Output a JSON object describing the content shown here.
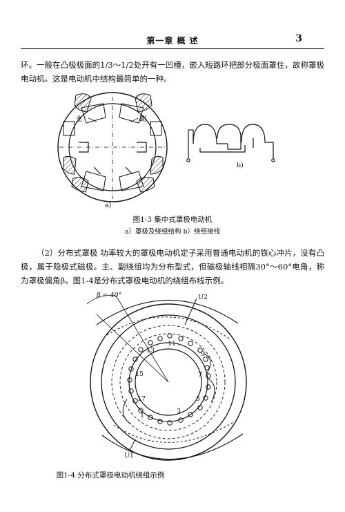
{
  "header": {
    "chapter_title": "第一章  概  述",
    "page_number": "3"
  },
  "paragraph_1": "环。一般在凸极极面的1/3～1/2处开有一凹槽，嵌入短路环把部分极面罩住，故称罩极电动机。这是电动机中结构最简单的一种。",
  "figure_1_3": {
    "label_main": "主",
    "label_aux": "副",
    "sub_a": "a)",
    "sub_b": "b)",
    "caption": "图1-3   集中式罩极电动机",
    "subcaption": "a）罩极及绕组结构   b）绕组接线"
  },
  "paragraph_2": "（2）分布式罩极   功率较大的罩极电动机定子采用普通电动机的铁心冲片，没有凸极，属于隐极式磁极。主、副绕组均为分布型式，但磁极轴线相隔30°～60°电角，称为罩极偏角β。图1-4是分布式罩极电动机的绕组布线示例。",
  "figure_1_4": {
    "beta_label": "β = 40°",
    "terminal_top": "U2",
    "terminal_bottom": "U1",
    "slot_numbers": [
      "11",
      "9",
      "7",
      "5",
      "3",
      "1",
      "17",
      "15",
      "13"
    ],
    "caption": "图1-4   分布式罩极电动机绕组示例"
  }
}
